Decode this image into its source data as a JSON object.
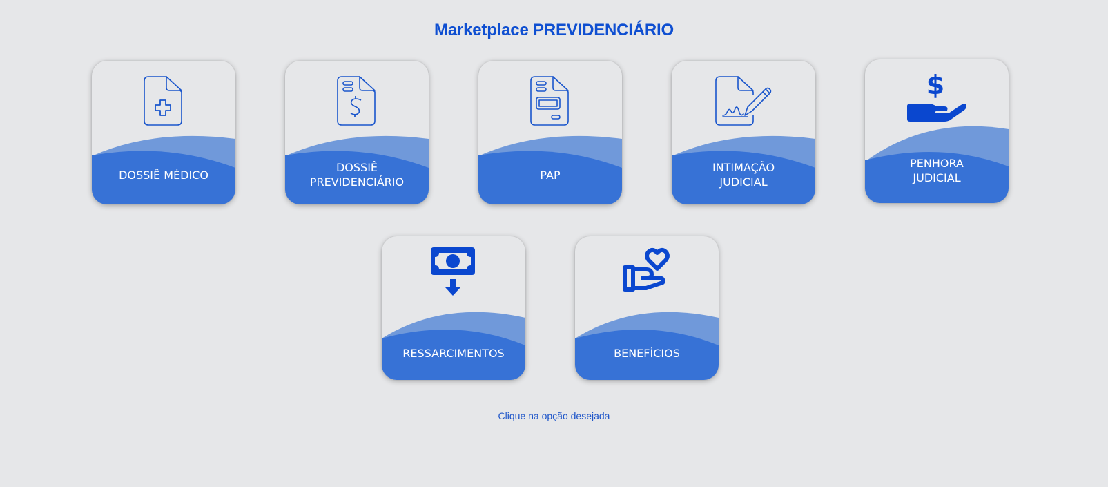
{
  "header": {
    "title": "Marketplace PREVIDENCIÁRIO"
  },
  "colors": {
    "background": "#e6e7e9",
    "title": "#0f4fd1",
    "icon_stroke": "#1a56cc",
    "icon_fill": "#0a47cf",
    "wave_dark": "#3772d6",
    "wave_light": "#7099da",
    "label_text": "#ffffff",
    "footer_text": "#1f56c9"
  },
  "cards": [
    {
      "id": "dossie-medico",
      "icon": "medical-document-icon",
      "lines": [
        "DOSSIÊ MÉDICO",
        ""
      ]
    },
    {
      "id": "dossie-previdenciario",
      "icon": "dollar-document-icon",
      "lines": [
        "DOSSIÊ",
        "PREVIDENCIÁRIO"
      ]
    },
    {
      "id": "pap",
      "icon": "form-document-icon",
      "lines": [
        "PAP",
        ""
      ]
    },
    {
      "id": "intimacao-judicial",
      "icon": "signature-document-icon",
      "lines": [
        "INTIMAÇÃO",
        "JUDICIAL"
      ]
    },
    {
      "id": "penhora-judicial",
      "icon": "hand-dollar-icon",
      "lines": [
        "PENHORA",
        "JUDICIAL"
      ]
    },
    {
      "id": "ressarcimentos",
      "icon": "banknote-download-icon",
      "lines": [
        "RESSARCIMENTOS",
        ""
      ]
    },
    {
      "id": "beneficios",
      "icon": "hand-heart-icon",
      "lines": [
        "BENEFÍCIOS",
        ""
      ]
    }
  ],
  "footer": {
    "hint": "Clique na opção desejada"
  }
}
